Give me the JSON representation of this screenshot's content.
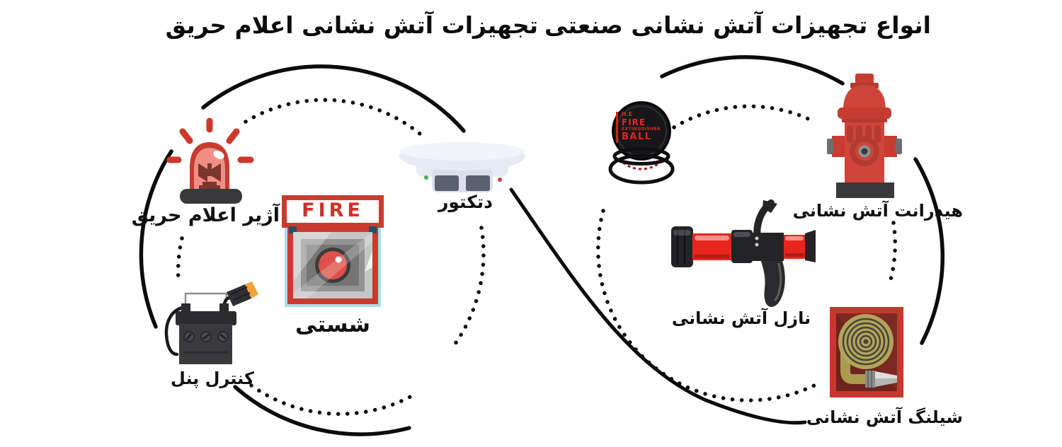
{
  "titles": {
    "left": "تجهیزات آتش نشانی اعلام حریق",
    "right": "انواع تجهیزات آتش نشانی صنعتی"
  },
  "left_group": {
    "siren_label": "آژیر اعلام حریق",
    "callpoint_sign": "FIRE",
    "callpoint_label": "شستی",
    "detector_label": "دتکتور",
    "panel_label": "کنترل پنل"
  },
  "right_group": {
    "ball_lines": [
      "H.E",
      "FIRE",
      "EXTINGUISHER",
      "BALL"
    ],
    "hydrant_label": "هیدرانت آتش نشانی",
    "nozzle_label": "نازل آتش نشانی",
    "hose_label": "شیلنگ آتش نشانی"
  },
  "icons": [
    "fire-siren-icon",
    "fire-call-point-icon",
    "smoke-detector-icon",
    "control-panel-icon",
    "fire-extinguisher-ball-icon",
    "fire-hydrant-icon",
    "fire-nozzle-icon",
    "fire-hose-reel-icon"
  ],
  "colors": {
    "line_black": "#0c0c0c",
    "accent_red": "#d0453a",
    "bright_red": "#e8251c",
    "glow_red": "#ce382c",
    "dark_gray": "#39393c",
    "panel_maroon": "#7e2823",
    "hose_khaki": "#b3a45a",
    "detector_tint": "#e7eaf5",
    "connector_orange": "#f0a23b"
  }
}
